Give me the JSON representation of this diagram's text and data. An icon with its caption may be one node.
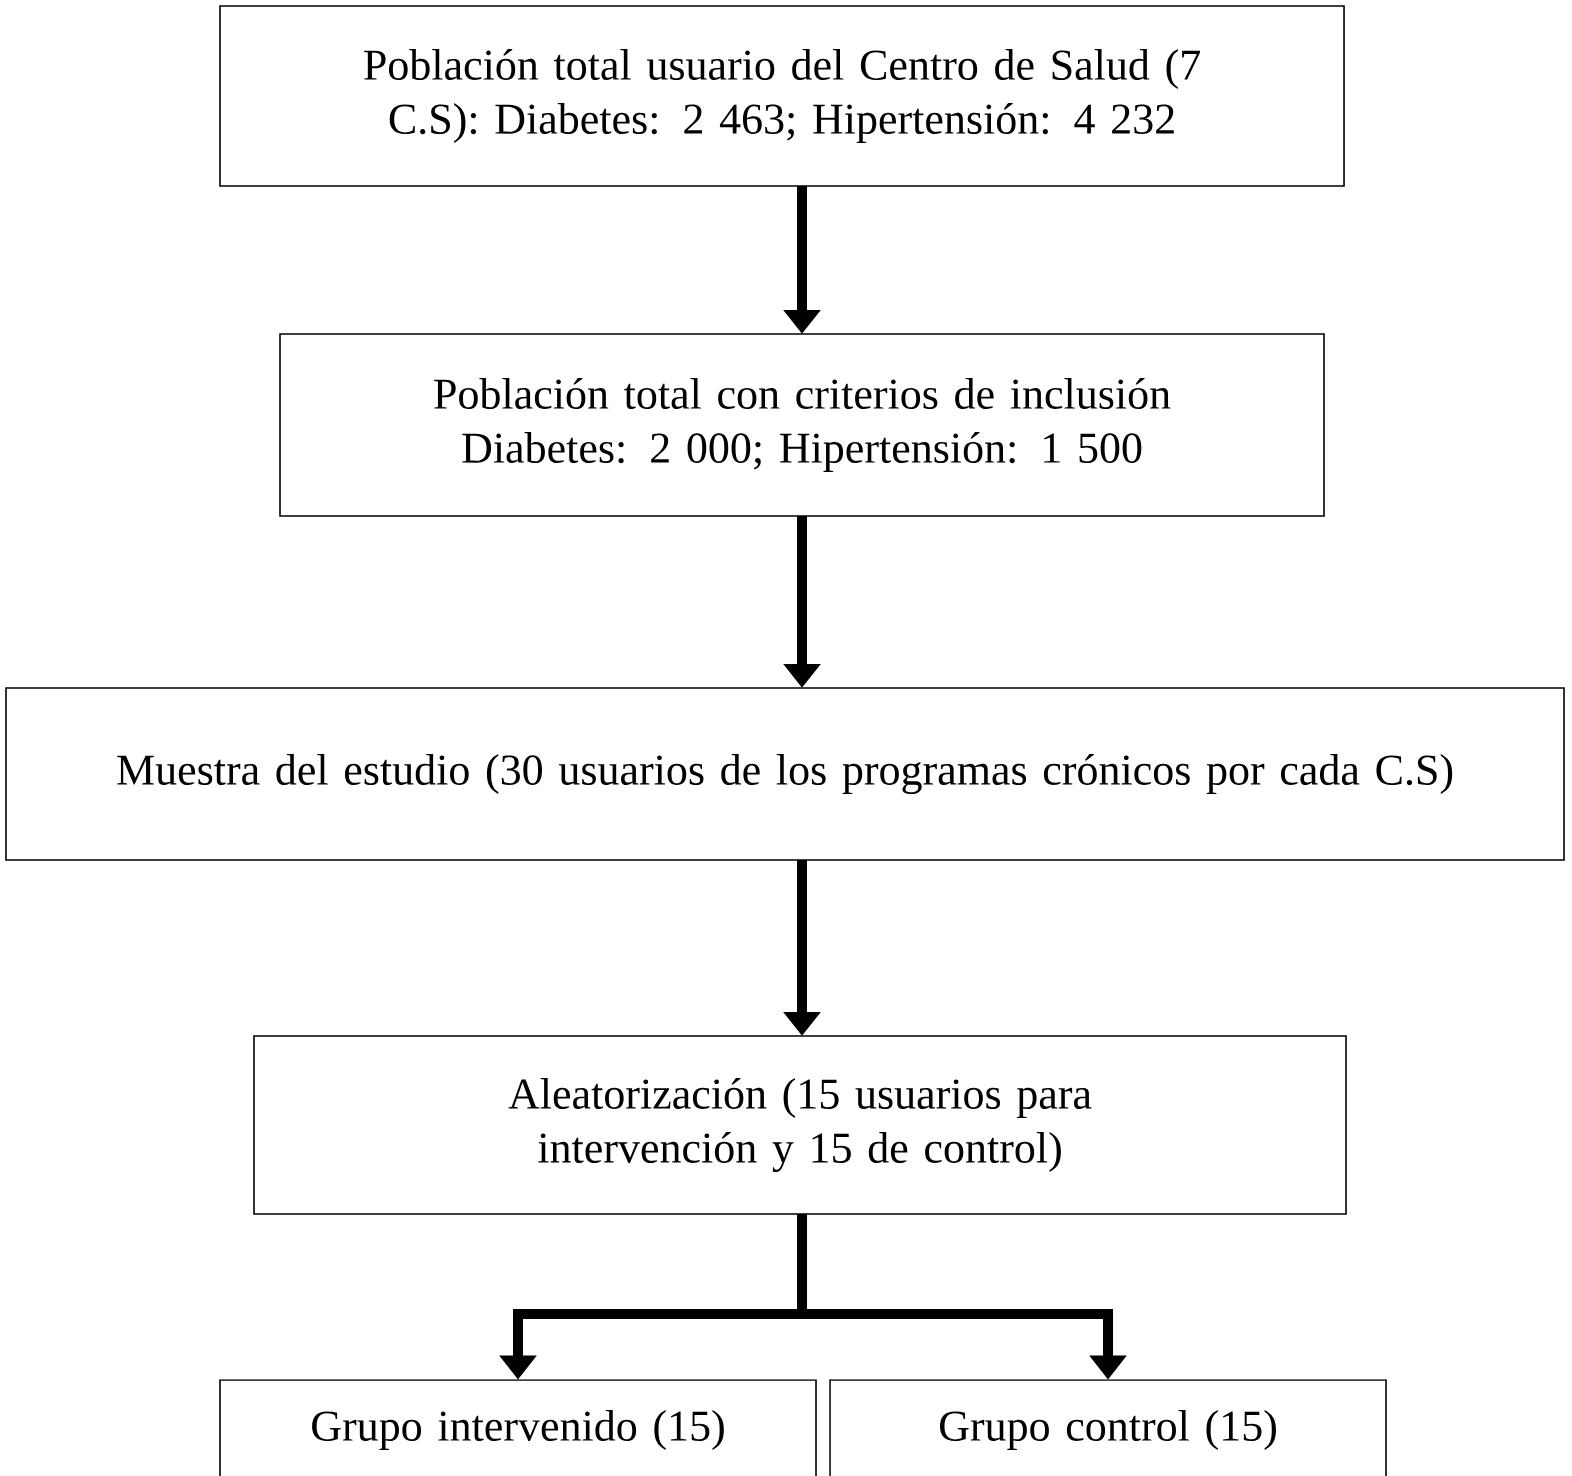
{
  "diagram": {
    "nodes": [
      {
        "text": [
          "Población total usuario del Centro de Salud (7 C.S): Diabetes: 2 463; Hipertensión: 4 232"
        ]
      },
      {
        "text": [
          "Población total con criterios de inclusión Diabetes: 2 000; Hipertensión: 1 500"
        ]
      },
      {
        "text": [
          "Muestra del estudio (30 usuarios de los programas crónicos por cada C.S)"
        ]
      },
      {
        "text": [
          "Aleatorización (15 usuarios para intervención y 15 de control)"
        ]
      },
      {
        "text": [
          "Grupo intervenido (15)"
        ]
      },
      {
        "text": [
          "Grupo control (15)"
        ]
      }
    ],
    "edges": [
      {
        "from": 0,
        "to": 1,
        "arrow": "to"
      },
      {
        "from": 1,
        "to": 2,
        "arrow": "to"
      },
      {
        "from": 2,
        "to": 3,
        "arrow": "to"
      },
      {
        "from": 3,
        "to": 4,
        "arrow": "to"
      },
      {
        "from": 3,
        "to": 5,
        "arrow": "to"
      }
    ]
  }
}
